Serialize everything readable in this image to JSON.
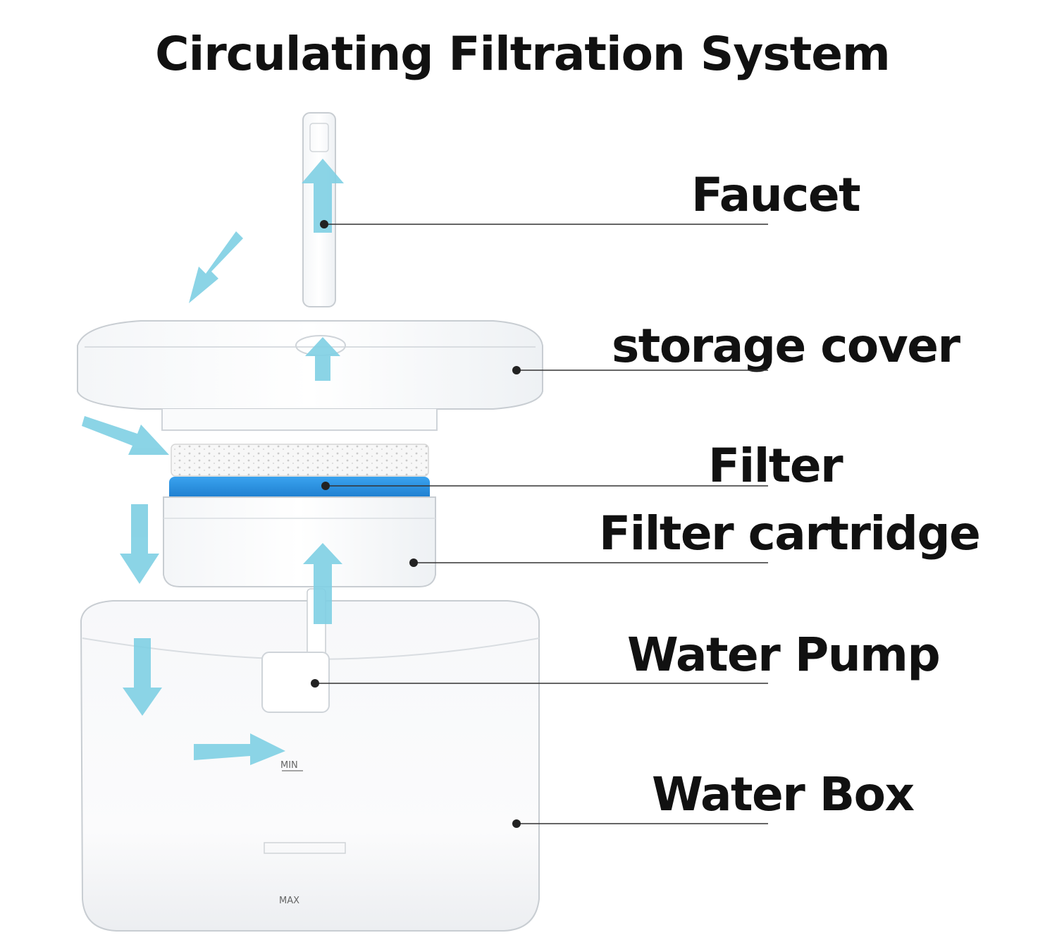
{
  "title": "Circulating Filtration System",
  "labels": {
    "faucet": "Faucet",
    "storage_cover": "storage cover",
    "filter": "Filter",
    "filter_cartridge": "Filter cartridge",
    "water_pump": "Water Pump",
    "water_box": "Water Box"
  },
  "markings": {
    "min": "MIN",
    "max": "MAX"
  },
  "colors": {
    "flow_arrow": "#7ecfe3",
    "filter_blue": "#1e88d8",
    "leader_line": "#333333",
    "plastic_outline": "#c8cdd2"
  }
}
